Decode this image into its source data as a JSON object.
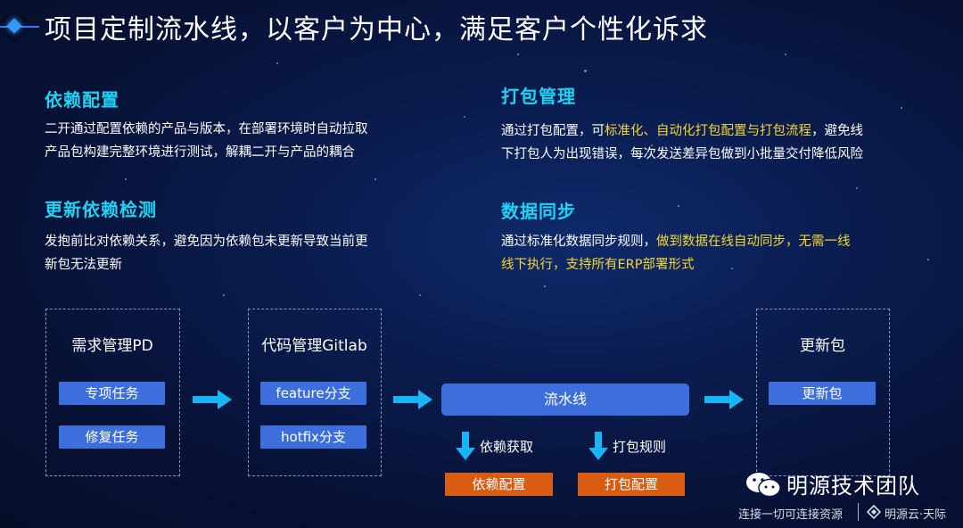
{
  "title": "项目定制流水线，以客户为中心，满足客户个性化诉求",
  "sections": {
    "dependency_config": {
      "heading": "依赖配置",
      "lines": [
        "二开通过配置依赖的产品与版本，在部署环境时自动拉取",
        "产品包构建完整环境进行测试，解耦二开与产品的耦合"
      ]
    },
    "dependency_check": {
      "heading": "更新依赖检测",
      "lines": [
        "发抱前比对依赖关系，避免因为依赖包未更新导致当前更",
        "新包无法更新"
      ]
    },
    "packaging": {
      "heading": "打包管理",
      "line1_a": "通过打包配置，可",
      "line1_hl": "标准化、自动化打包配置与打包流程",
      "line1_b": "，避免线",
      "line2": "下打包人为出现错误，每次发送差异包做到小批量交付降低风险"
    },
    "data_sync": {
      "heading": "数据同步",
      "line1_a": "通过标准化数据同步规则，",
      "line1_hl": "做到数据在线自动同步，无需一线",
      "line2_hl": "线下执行，支持所有ERP部署形式"
    }
  },
  "flow": {
    "pd": {
      "title": "需求管理PD",
      "items": [
        "专项任务",
        "修复任务"
      ]
    },
    "gitlab": {
      "title": "代码管理Gitlab",
      "items": [
        "feature分支",
        "hotfix分支"
      ]
    },
    "pipeline": {
      "label": "流水线",
      "branches": [
        {
          "label": "依赖获取",
          "box": "依赖配置"
        },
        {
          "label": "打包规则",
          "box": "打包配置"
        }
      ]
    },
    "update_pkg": {
      "title": "更新包",
      "items": [
        "更新包"
      ]
    }
  },
  "watermark": {
    "team": "明源技术团队",
    "slogan": "连接一切可连接资源",
    "brand": "明源云·天际"
  },
  "colors": {
    "heading": "#1fd3f5",
    "highlight": "#f4d832",
    "button_blue": "#3c6fdc",
    "button_orange": "#d85d12",
    "arrow": "#19b4f5"
  }
}
